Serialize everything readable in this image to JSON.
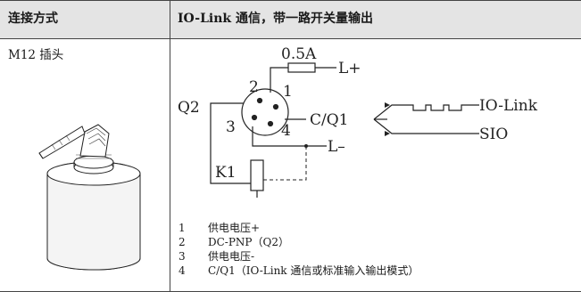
{
  "table": {
    "header": {
      "col1": "连接方式",
      "col2": "IO-Link 通信，带一路开关量输出"
    },
    "row": {
      "connector": "M12 插头",
      "diagram": {
        "current": "0.5A",
        "l_plus": "L+",
        "l_minus": "L–",
        "pin1": "1",
        "pin2": "2",
        "pin3": "3",
        "pin4": "4",
        "q2": "Q2",
        "cq1": "C/Q1",
        "k1": "K1",
        "io_link": "IO-Link",
        "sio": "SIO"
      },
      "legend": [
        {
          "num": "1",
          "text": "供电电压+"
        },
        {
          "num": "2",
          "text": "DC-PNP（Q2）"
        },
        {
          "num": "3",
          "text": "供电电压-"
        },
        {
          "num": "4",
          "text": "C/Q1（IO-Link 通信或标准输入输出模式）"
        }
      ]
    }
  }
}
